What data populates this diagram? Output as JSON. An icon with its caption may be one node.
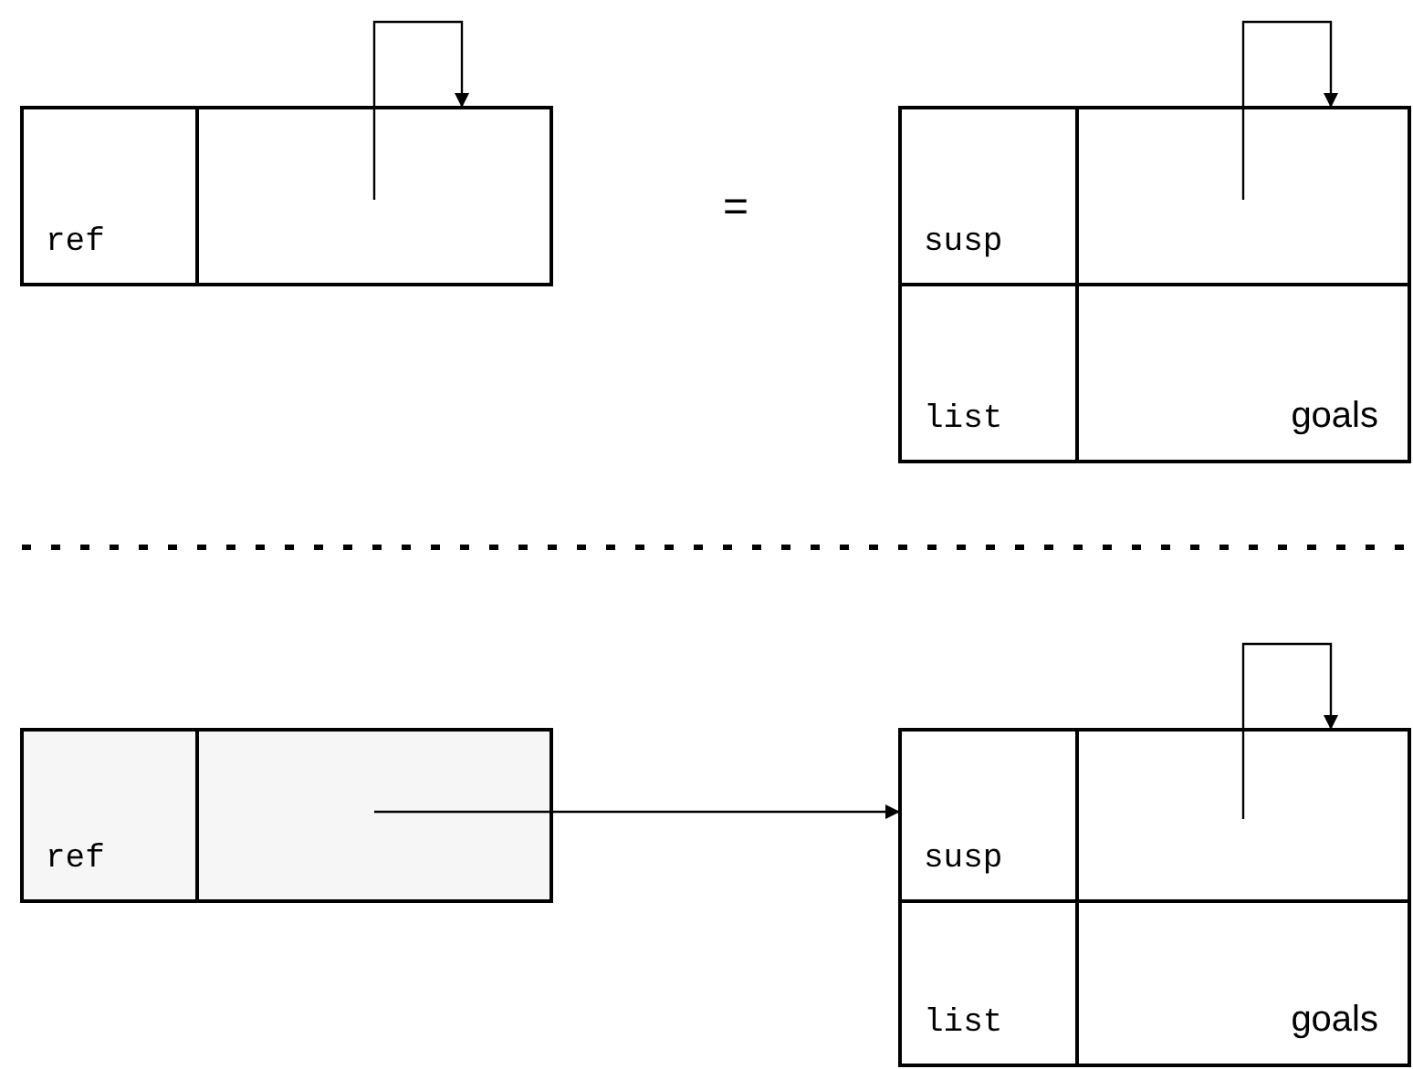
{
  "diagram": {
    "nodes": [
      {
        "text": [
          "ref"
        ]
      },
      {
        "text": [],
        "shape": "box"
      },
      {
        "text": [
          "susp"
        ]
      },
      {
        "text": [],
        "shape": "box"
      },
      {
        "text": [
          "list"
        ]
      },
      {
        "text": [
          "goals"
        ]
      },
      {
        "text": [
          "ref"
        ]
      },
      {
        "text": [],
        "shape": "box"
      },
      {
        "text": [
          "susp"
        ]
      },
      {
        "text": [],
        "shape": "box"
      },
      {
        "text": [
          "list"
        ]
      },
      {
        "text": [
          "goals"
        ]
      }
    ],
    "edges": [
      {
        "from": 1,
        "to": 1,
        "arrow": "to"
      },
      {
        "from": 3,
        "to": 3,
        "arrow": "to"
      },
      {
        "from": 7,
        "to": 8,
        "arrow": "to"
      },
      {
        "from": 9,
        "to": 9,
        "arrow": "to"
      }
    ],
    "labels": [
      "="
    ]
  }
}
